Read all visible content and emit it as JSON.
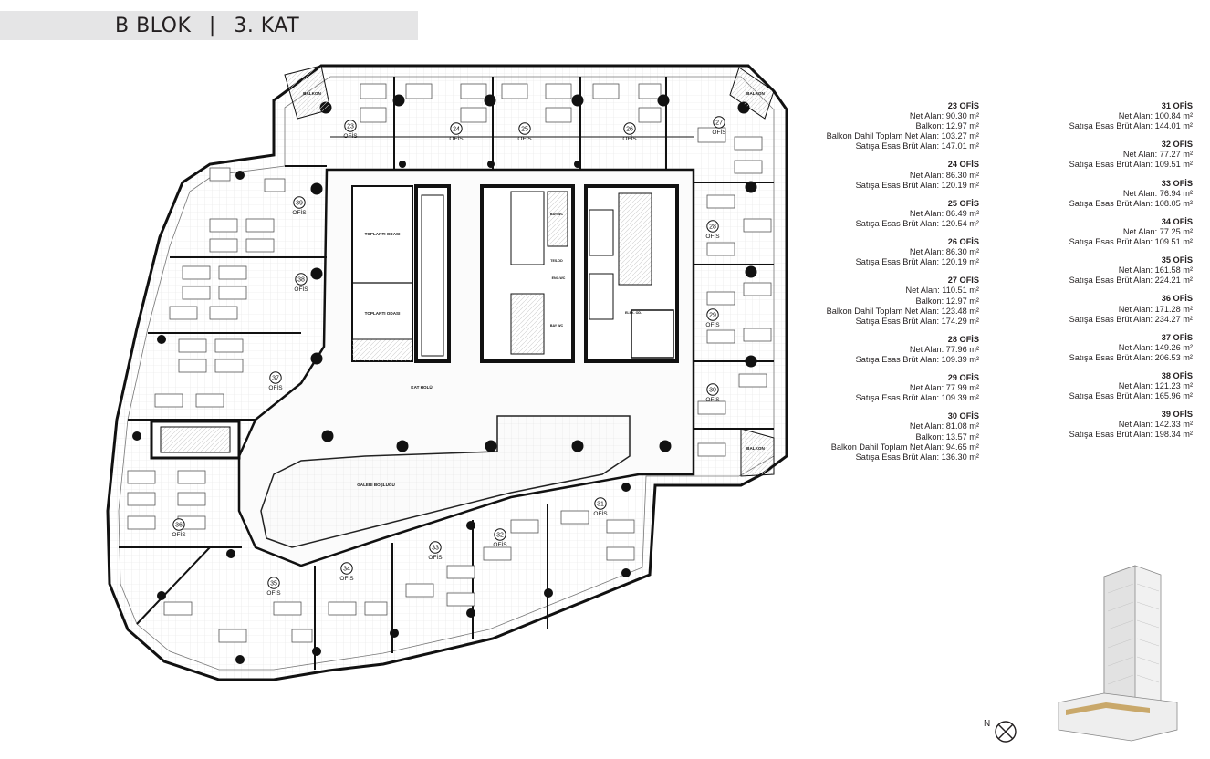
{
  "header": {
    "block": "B BLOK",
    "separator": "|",
    "floor": "3. KAT"
  },
  "plan_labels": {
    "meeting_room_1": "TOPLANTI ODASI",
    "meeting_room_2": "TOPLANTI ODASI",
    "corridor": "KAT HOLÜ",
    "gallery": "GALERİ BOŞLUĞU",
    "balcony_left": "BALKON",
    "balcony_right": "BALKON",
    "balcony_lower": "BALKON",
    "core_wc_1": "BAY/WC",
    "core_wc_2": "BAY WC",
    "core_elec": "ELEK. OD.",
    "core_tesisat": "TES.OD",
    "core_engwc": "ENG.WC",
    "office_word": "OFİS"
  },
  "office_markers": [
    "23",
    "24",
    "25",
    "26",
    "27",
    "28",
    "29",
    "30",
    "31",
    "32",
    "33",
    "34",
    "35",
    "36",
    "37",
    "38",
    "39"
  ],
  "units_left": [
    {
      "title": "23 OFİS",
      "lines": [
        "Net Alan: 90.30 m²",
        "Balkon: 12.97 m²",
        "Balkon Dahil Toplam Net Alan: 103.27 m²",
        "Satışa Esas Brüt Alan: 147.01 m²"
      ]
    },
    {
      "title": "24 OFİS",
      "lines": [
        "Net Alan: 86.30 m²",
        "Satışa Esas Brüt Alan: 120.19 m²"
      ]
    },
    {
      "title": "25 OFİS",
      "lines": [
        "Net Alan: 86.49 m²",
        "Satışa Esas Brüt Alan: 120.54 m²"
      ]
    },
    {
      "title": "26 OFİS",
      "lines": [
        "Net Alan: 86.30 m²",
        "Satışa Esas Brüt Alan: 120.19 m²"
      ]
    },
    {
      "title": "27 OFİS",
      "lines": [
        "Net Alan: 110.51 m²",
        "Balkon: 12.97 m²",
        "Balkon Dahil Toplam Net Alan: 123.48 m²",
        "Satışa Esas Brüt Alan: 174.29 m²"
      ]
    },
    {
      "title": "28 OFİS",
      "lines": [
        "Net Alan: 77.96 m²",
        "Satışa Esas Brüt Alan: 109.39 m²"
      ]
    },
    {
      "title": "29 OFİS",
      "lines": [
        "Net Alan: 77.99 m²",
        "Satışa Esas Brüt Alan: 109.39 m²"
      ]
    },
    {
      "title": "30 OFİS",
      "lines": [
        "Net Alan: 81.08 m²",
        "Balkon: 13.57 m²",
        "Balkon Dahil Toplam Net Alan: 94.65 m²",
        "Satışa Esas Brüt Alan: 136.30 m²"
      ]
    }
  ],
  "units_right": [
    {
      "title": "31 OFİS",
      "lines": [
        "Net Alan: 100.84 m²",
        "Satışa Esas Brüt Alan: 144.01 m²"
      ]
    },
    {
      "title": "32 OFİS",
      "lines": [
        "Net Alan: 77.27 m²",
        "Satışa Esas Brüt Alan: 109.51 m²"
      ]
    },
    {
      "title": "33 OFİS",
      "lines": [
        "Net Alan: 76.94 m²",
        "Satışa Esas Brüt Alan: 108.05 m²"
      ]
    },
    {
      "title": "34 OFİS",
      "lines": [
        "Net Alan: 77.25 m²",
        "Satışa Esas Brüt Alan: 109.51 m²"
      ]
    },
    {
      "title": "35 OFİS",
      "lines": [
        "Net Alan: 161.58 m²",
        "Satışa Esas Brüt Alan: 224.21 m²"
      ]
    },
    {
      "title": "36 OFİS",
      "lines": [
        "Net Alan: 171.28 m²",
        "Satışa Esas Brüt Alan: 234.27 m²"
      ]
    },
    {
      "title": "37 OFİS",
      "lines": [
        "Net Alan: 149.26 m²",
        "Satışa Esas Brüt Alan: 206.53 m²"
      ]
    },
    {
      "title": "38 OFİS",
      "lines": [
        "Net Alan: 121.23 m²",
        "Satışa Esas Brüt Alan: 165.96 m²"
      ]
    },
    {
      "title": "39 OFİS",
      "lines": [
        "Net Alan: 142.33 m²",
        "Satışa Esas Brüt Alan: 198.34 m²"
      ]
    }
  ],
  "compass": {
    "label": "N"
  },
  "icons": [
    "compass-icon",
    "tower-illustration"
  ],
  "colors": {
    "text": "#231f20",
    "title_bar": "#e5e5e6",
    "wall": "#111111",
    "accent_band": "#c9a86a"
  }
}
